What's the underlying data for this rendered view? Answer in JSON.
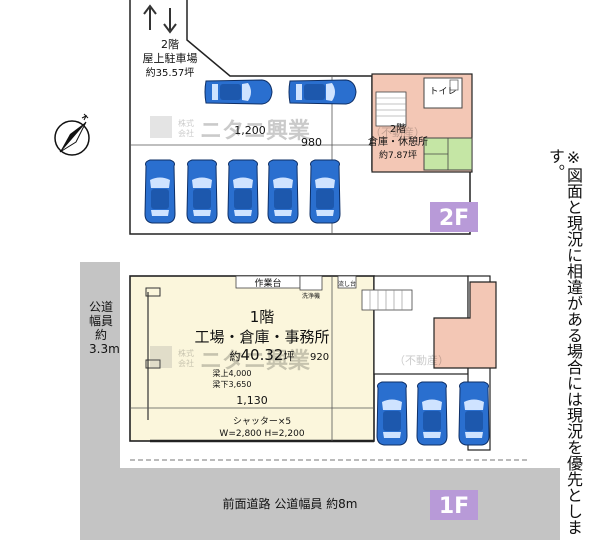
{
  "floor2": {
    "badge": "2F",
    "parking": {
      "label1": "2階",
      "label2": "屋上駐車場",
      "area": "約35.57坪"
    },
    "dim_width": "1,200",
    "dim_depth": "980",
    "room": {
      "label1": "2階",
      "label2": "倉庫・休憩所",
      "area": "約7.87坪"
    },
    "toilet": "トイレ"
  },
  "floor1": {
    "badge": "1F",
    "title1": "1階",
    "title2": "工場・倉庫・事務所",
    "area_prefix": "約",
    "area_num": "40.32",
    "area_unit": "坪",
    "beam1": "梁上4,000",
    "beam2": "梁下3,650",
    "workbench": "作業台",
    "washer": "洗浄機",
    "sink": "流し台",
    "dim_width": "1,130",
    "dim_depth": "920",
    "shutter1": "シャッター×5",
    "shutter2": "W=2,800 H=2,200"
  },
  "watermark": {
    "kabushiki": "株式",
    "kaisha": "会社",
    "name": "ニタニ興業",
    "suffix": "（不動産）"
  },
  "side_road": "公道幅員約3.3m",
  "front_road": "前面道路 公道幅員 約8m",
  "note": "※図面と現況に相違がある場合には現況を優先とします。",
  "colors": {
    "badge": "#b89ad8",
    "car_blue": "#2a6fcf",
    "road_gray": "#c4c4c4",
    "room_pink": "#f3c7b5",
    "tatami": "#c5e6a5",
    "factory": "#fbf6dc"
  }
}
